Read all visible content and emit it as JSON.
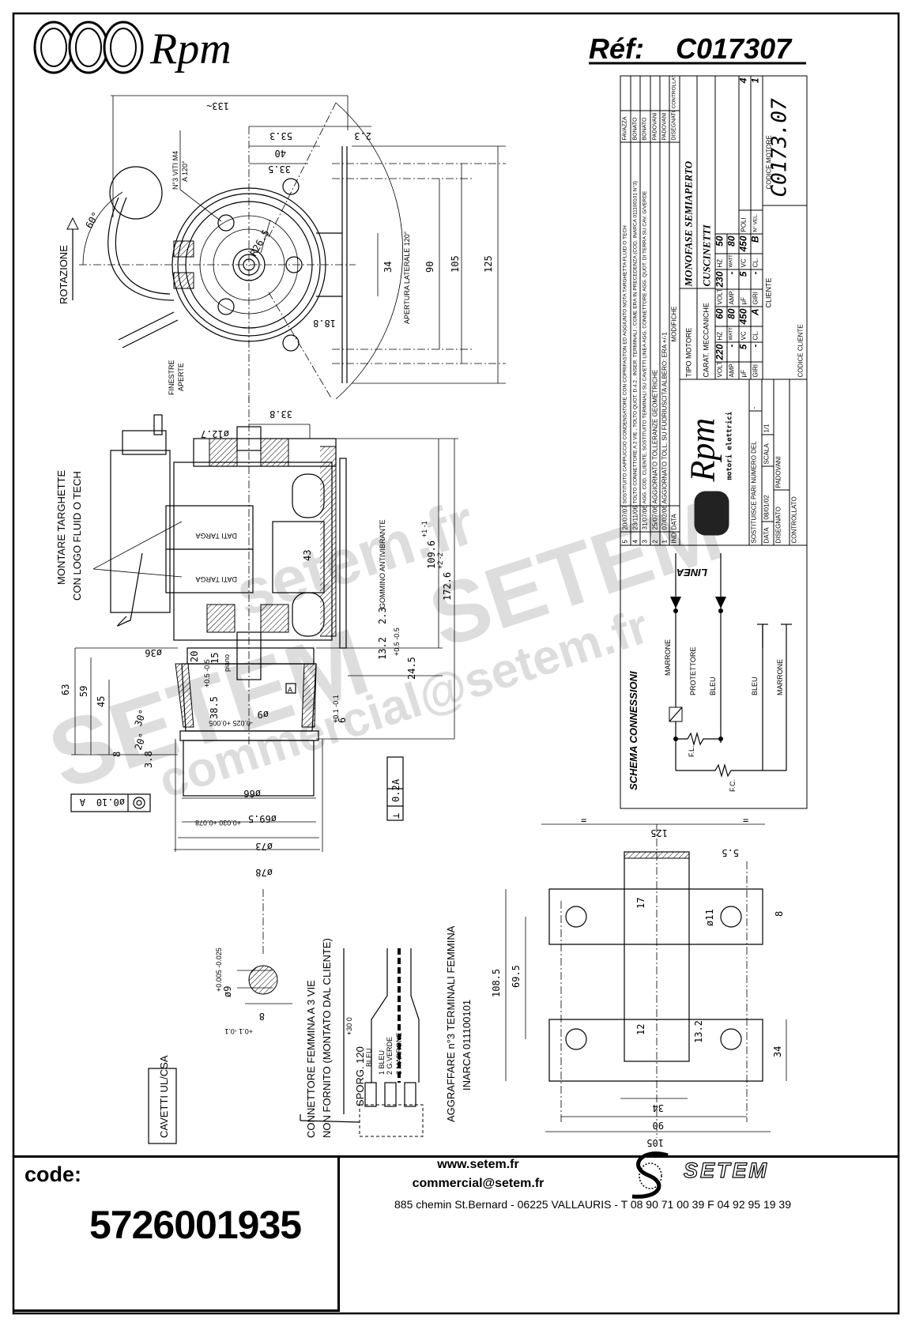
{
  "header": {
    "brand": "Rpm",
    "ref_label": "Réf:",
    "ref_value": "C017307"
  },
  "front_view": {
    "overall": "133~",
    "d53": "53.3",
    "d23": "2.3",
    "d40": "40",
    "d335": "33.5",
    "screws": "N°3 VITI M4",
    "screws_angle": "A 120°",
    "angle60": "60°",
    "rotation": "ROTAZIONE",
    "radius": "R26.5",
    "d34": "34",
    "d90": "90",
    "d105": "105",
    "d125": "125",
    "opening": "APERTURA LATERALE 120°",
    "d188": "18.8",
    "windows_1": "FINESTRE",
    "windows_2": "APERTE"
  },
  "side_view": {
    "d338": "33.8",
    "shaft_d": "ø12.7",
    "plates_1": "MONTARE TARGHETTE",
    "plates_2": "CON LOGO FLUID O TECH",
    "nameplate": "DATI TARGA",
    "d43": "43",
    "rubber": "GOMMINO ANTIVIBRANTE",
    "h1096": "109.6",
    "h1096_tol": "+1 -1",
    "h1726": "172.6",
    "h1726_tol": "+2 -2",
    "d23": "2.3",
    "d132": "13.2",
    "d132_tol": "+0.5 -0.5",
    "d245": "24.5",
    "d36": "ø36",
    "d20": "20",
    "d15": "15",
    "flat": "piano",
    "d63": "63",
    "d59": "59",
    "d45": "45",
    "d385": "38.5",
    "d385_tol": "+0.5 -0.5",
    "d9": "ø9",
    "d9_tol": "-0.025 +0.005",
    "datum": "A",
    "d6": "6",
    "d6_tol": "+0.1 -0.1",
    "a30": "30°",
    "a20": "20°",
    "d8": "8",
    "d38": "3.8",
    "d66": "ø66",
    "d695": "ø69.5",
    "d695_tol": "+0.030 +0.078",
    "d73": "ø73",
    "d78": "ø78",
    "perp": "⊥",
    "perp_val": "0.2",
    "perp_ref": "A",
    "conc_val": "ø0.10",
    "conc_ref": "A"
  },
  "shaft_detail": {
    "d9": "ø9",
    "tol": "+0.005 -0.025",
    "d8": "8",
    "d8_tol": "+0.1 -0.1"
  },
  "cables": {
    "cable_note": "CAVETTI UL/CSA",
    "connector_1": "CONNETTORE FEMMINA A 3 VIE",
    "connector_2": "NON FORNITO (MONTATO DAL CLIENTE)",
    "protrusion": "SPORG. 120",
    "protrusion_tol": "+30 0",
    "bleu": "BLEU",
    "w1": "1 BLEU",
    "w2": "2 G.VERDE",
    "w3": "3 MARRONE",
    "crimp_1": "AGGRAFFARE n°3 TERMINALI FEMMINA",
    "crimp_2": "INARCA 011100101"
  },
  "bracket": {
    "w125": "125",
    "eq": "=",
    "d55": "5.5",
    "d17": "17",
    "d8": "8",
    "d11": "ø11",
    "h1085": "108.5",
    "h695": "69.5",
    "d12": "12",
    "d132": "13.2",
    "d34r": "34",
    "d34": "34",
    "d90": "90",
    "d105": "105"
  },
  "schema": {
    "title": "SCHEMA CONNESSIONI",
    "line": "LINEA",
    "marrone": "MARRONE",
    "protettore": "PROTETTORE",
    "bleu1": "BLEU",
    "bleu2": "BLEU",
    "marrone2": "MARRONE",
    "fl": "F.L.",
    "fc": "F.C."
  },
  "title_block": {
    "modifications": [
      {
        "ind": "5",
        "date": "20/07/07",
        "text": "SOSTITUITO CAPPUCCIO CONDENSATORE CON COPRIFASTON ED AGGIUNTO NOTA TARGHETTA FLUID O TECH",
        "drawn": "FAVAZZA"
      },
      {
        "ind": "4",
        "date": "23/11/06",
        "text": "TOLTO CONNETTORE A 2 VIE , TOLTO QUOT. D.4.2 , INSER. TERMINALI , COME ERA IN PRECEDENZA (COD. INARCA 011100101 N°3)",
        "drawn": "BONATO"
      },
      {
        "ind": "3",
        "date": "31/07/06",
        "text": "AGG. COD. CLIENTE, SOSTITUITO TERMINALI SU CAVETTI LINEA AGG. CONNETTORE AGG. QUOT. DI TERRA SU CAV. G/VERDE",
        "drawn": "BONATO"
      },
      {
        "ind": "2",
        "date": "25/07/06",
        "text": "AGGIORNATO TOLLERANZE GEOMETRICHE",
        "drawn": "PADOVANI"
      },
      {
        "ind": "1",
        "date": "07/02/06",
        "text": "AGGIORNATO TOLL. SU FUORIUSCITA ALBERO: ERA +/-1",
        "drawn": "PADOVANI"
      }
    ],
    "hdr_ind": "IND",
    "hdr_date": "DATA",
    "hdr_mod": "MODIFICHE",
    "hdr_drawn": "DISEGNATO",
    "hdr_checked": "CONTROLLATO",
    "brand": "Rpm",
    "brand_sub": "motori elettrici",
    "replaces": "SOSTITUISCE PARI NUMERO DEL",
    "replaces_val": "-",
    "date_label": "DATA",
    "date_val": "08/01/02",
    "scale_label": "SCALA",
    "scale_val": "1/1",
    "drawn_label": "DISEGNATO",
    "drawn_val": "PADOVANI",
    "checked_label": "CONTROLLATO",
    "motor_type_label": "TIPO MOTORE",
    "motor_type": "MONOFASE SEMIAPERTO",
    "mech_label": "CARAT. MECCANICHE",
    "mech": "CUSCINETTI",
    "spec_a": {
      "volt": "220",
      "hz": "60",
      "amp": "-",
      "watt": "80",
      "uf": "5",
      "vc": "450",
      "giri": "-",
      "cl": "A"
    },
    "spec_b": {
      "volt": "230",
      "hz": "50",
      "amp": "-",
      "watt": "80",
      "uf": "5",
      "vc": "450",
      "giri": "-",
      "cl": "B"
    },
    "lbl_volt": "VOLT",
    "lbl_hz": "HZ",
    "lbl_amp": "AMP.",
    "lbl_watt": "WATT",
    "lbl_uf": "µF",
    "lbl_vc": "VC",
    "lbl_giri": "GIRI",
    "lbl_cl": "CL.",
    "poles_label": "POLI",
    "poles": "4",
    "speeds_label": "N° VEL.",
    "speeds": "1",
    "client_label": "CLIENTE",
    "client_code_label": "CODICE CLIENTE",
    "motor_code_label": "CODICE MOTORE",
    "motor_code": "C0173.07"
  },
  "footer": {
    "code_label": "code:",
    "code": "5726001935",
    "website": "www.setem.fr",
    "email": "commercial@setem.fr",
    "address": "885 chemin St.Bernard  -  06225 VALLAURIS  -  T 08 90 71 00 39   F 04 92 95 19 39",
    "logo": "SETEM"
  },
  "watermark": {
    "site": "setem.fr",
    "brand": "SETEM",
    "email": "commercial@setem.fr"
  }
}
